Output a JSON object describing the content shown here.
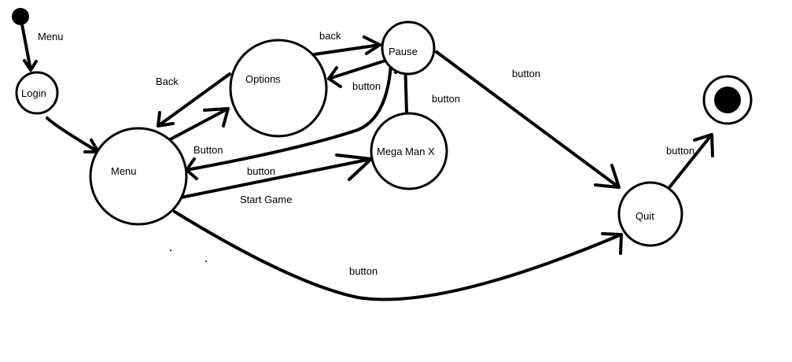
{
  "nodes": {
    "login": "Login",
    "menu": "Menu",
    "options": "Options",
    "pause": "Pause",
    "megaman": "Mega Man X",
    "quit": "Quit"
  },
  "edges": {
    "initial_to_login": "Menu",
    "options_to_menu": "Back",
    "menu_to_options": "Button",
    "options_to_pause": "back",
    "pause_to_options": "button",
    "megaman_to_pause": "button",
    "pause_to_menu": "button",
    "menu_to_megaman": "Start Game",
    "pause_to_quit": "button",
    "menu_to_quit": "button",
    "quit_to_final": "button"
  }
}
